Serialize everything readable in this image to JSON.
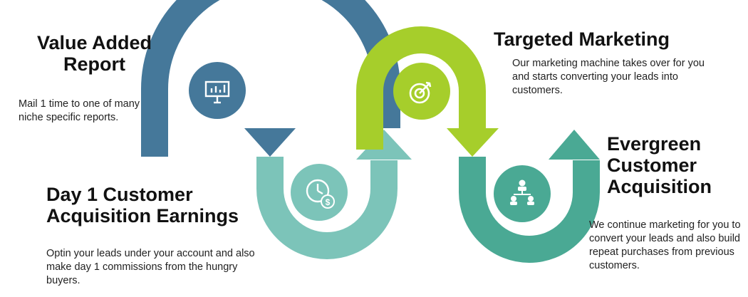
{
  "colors": {
    "step1": "#45789a",
    "step2": "#7cc4b9",
    "step3": "#a6ce2b",
    "step4": "#4aa994",
    "icon_fg": "#ffffff"
  },
  "steps": [
    {
      "title": "Value Added Report",
      "description": "Mail 1 time to one of many niche specific reports.",
      "icon": "presentation-chart-icon"
    },
    {
      "title": "Day 1 Customer Acquisition Earnings",
      "description": "Optin your leads under your account and also make day 1 commissions from the hungry buyers.",
      "icon": "clock-dollar-icon"
    },
    {
      "title": "Targeted Marketing",
      "description": "Our marketing machine takes over for you and starts converting your leads into customers.",
      "icon": "target-arrow-icon"
    },
    {
      "title": "Evergreen Customer Acquisition",
      "description": "We continue marketing for you to convert your leads and also build repeat purchases from previous customers.",
      "icon": "network-people-icon"
    }
  ]
}
